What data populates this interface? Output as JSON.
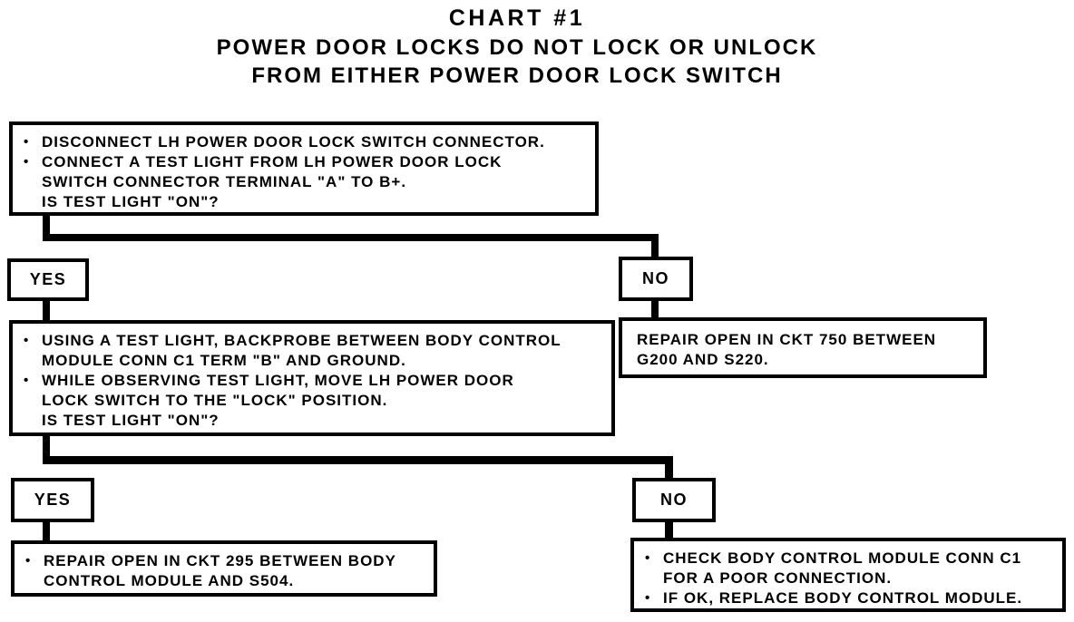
{
  "title": {
    "line1": "CHART #1",
    "line2": "POWER DOOR LOCKS DO NOT LOCK OR UNLOCK",
    "line3": "FROM EITHER POWER DOOR LOCK SWITCH"
  },
  "flowchart": {
    "step1": {
      "lines": [
        {
          "bullet": "•",
          "text": "DISCONNECT LH POWER DOOR LOCK SWITCH CONNECTOR."
        },
        {
          "bullet": "•",
          "text": "CONNECT A TEST LIGHT FROM LH POWER DOOR LOCK"
        },
        {
          "bullet": "",
          "text": "SWITCH CONNECTOR TERMINAL \"A\" TO B+."
        },
        {
          "bullet": "",
          "text": "IS TEST LIGHT \"ON\"?"
        }
      ]
    },
    "yes1_label": "YES",
    "no1_label": "NO",
    "no1_result": {
      "lines": [
        {
          "bullet": "",
          "text": "REPAIR OPEN IN CKT 750 BETWEEN"
        },
        {
          "bullet": "",
          "text": "G200 AND S220."
        }
      ]
    },
    "step2": {
      "lines": [
        {
          "bullet": "•",
          "text": "USING A TEST LIGHT, BACKPROBE BETWEEN BODY CONTROL"
        },
        {
          "bullet": "",
          "text": "MODULE CONN C1 TERM \"B\" AND GROUND."
        },
        {
          "bullet": "•",
          "text": "WHILE OBSERVING TEST LIGHT, MOVE LH POWER DOOR"
        },
        {
          "bullet": "",
          "text": "LOCK SWITCH TO THE \"LOCK\" POSITION."
        },
        {
          "bullet": "",
          "text": "IS TEST LIGHT \"ON\"?"
        }
      ]
    },
    "yes2_label": "YES",
    "no2_label": "NO",
    "yes2_result": {
      "lines": [
        {
          "bullet": "•",
          "text": "REPAIR OPEN IN CKT 295 BETWEEN BODY"
        },
        {
          "bullet": "",
          "text": "CONTROL MODULE AND S504."
        }
      ]
    },
    "no2_result": {
      "lines": [
        {
          "bullet": "•",
          "text": "CHECK BODY CONTROL MODULE CONN C1"
        },
        {
          "bullet": "",
          "text": "FOR A POOR CONNECTION."
        },
        {
          "bullet": "•",
          "text": "IF OK, REPLACE BODY CONTROL MODULE."
        }
      ]
    }
  },
  "colors": {
    "ink": "#000000",
    "paper": "#ffffff"
  }
}
